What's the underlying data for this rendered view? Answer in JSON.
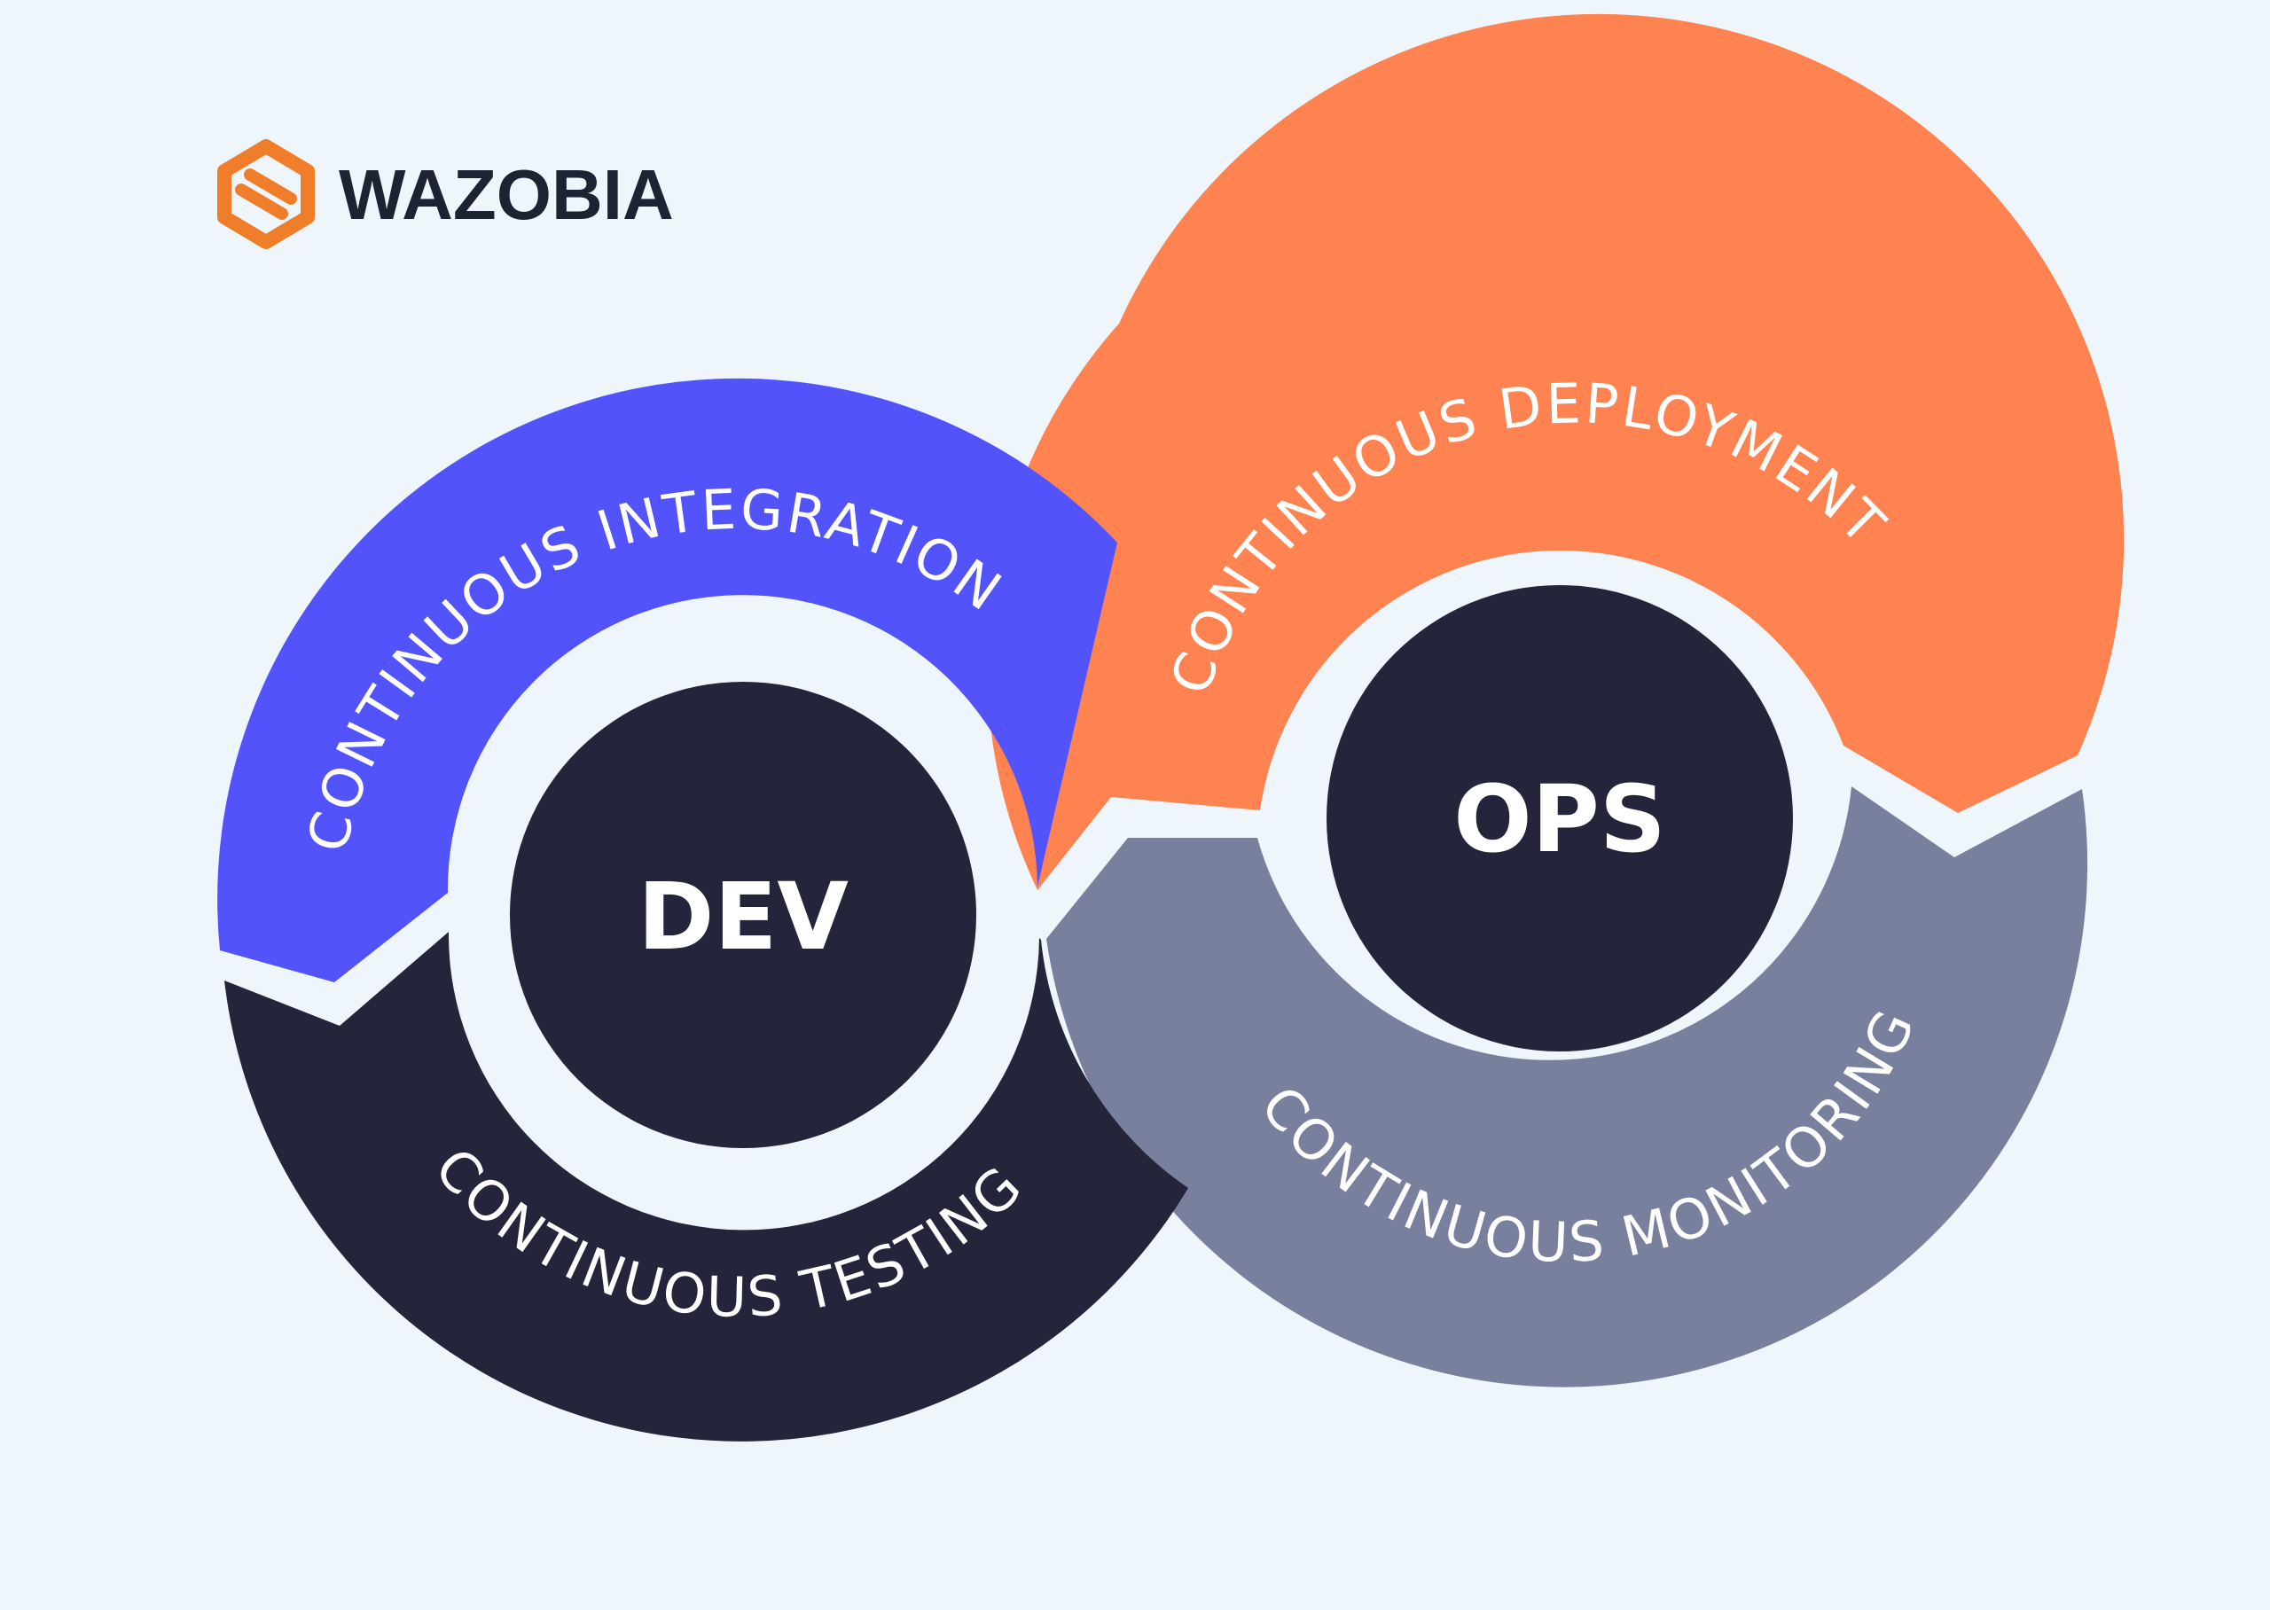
{
  "brand": {
    "name": "WAZOBIA",
    "logo_icon": "hexagon-logo-icon",
    "logo_color": "#f07d2a",
    "text_color": "#1d2333"
  },
  "hubs": {
    "dev": {
      "label": "DEV",
      "fill": "#24253b",
      "text_color": "#ffffff"
    },
    "ops": {
      "label": "OPS",
      "fill": "#24253b",
      "text_color": "#ffffff"
    }
  },
  "segments": {
    "integration": {
      "label": "CONTINUOUS INTEGRATION",
      "color": "#5353fb",
      "ring": "dev"
    },
    "testing": {
      "label": "CONTINUOUS TESTING",
      "color": "#24253b",
      "ring": "dev"
    },
    "deployment": {
      "label": "CONTINUOUS DEPLOYMENT",
      "color": "#ff8350",
      "ring": "ops"
    },
    "monitoring": {
      "label": "CONTINUOUS MONITORING",
      "color": "#78809e",
      "ring": "ops"
    }
  },
  "colors": {
    "background": "#eef6fc",
    "label_text": "#ffffff"
  }
}
